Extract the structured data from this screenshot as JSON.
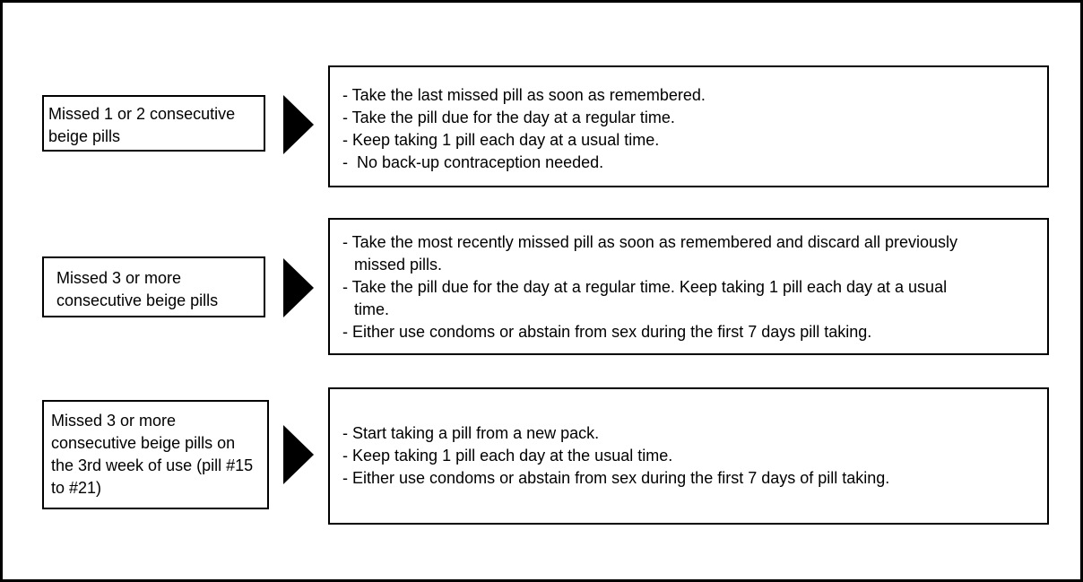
{
  "colors": {
    "foreground": "#000000",
    "background": "#ffffff"
  },
  "diagram": {
    "rows": [
      {
        "condition": "Missed 1 or 2 consecutive beige pills",
        "instructions": [
          "- Take the last missed pill as soon as remembered.",
          "- Take the pill due for the day at a regular time.",
          "- Keep taking 1 pill each day at a usual time.",
          "-  No back-up contraception needed."
        ]
      },
      {
        "condition": "Missed 3 or more consecutive beige pills",
        "instructions": [
          "- Take the most recently missed pill as soon as remembered and discard all previously missed pills.",
          "- Take the pill due for the day at a regular time. Keep taking 1 pill each day at a usual time.",
          "- Either use condoms or abstain from sex during the first 7 days pill taking."
        ]
      },
      {
        "condition": "Missed 3 or more consecutive beige pills on the 3rd week of use (pill #15 to #21)",
        "instructions": [
          "- Start taking a pill from a new pack.",
          "- Keep taking 1 pill each day at the usual time.",
          "- Either use condoms or abstain from sex during the first 7 days of pill taking."
        ]
      }
    ]
  }
}
